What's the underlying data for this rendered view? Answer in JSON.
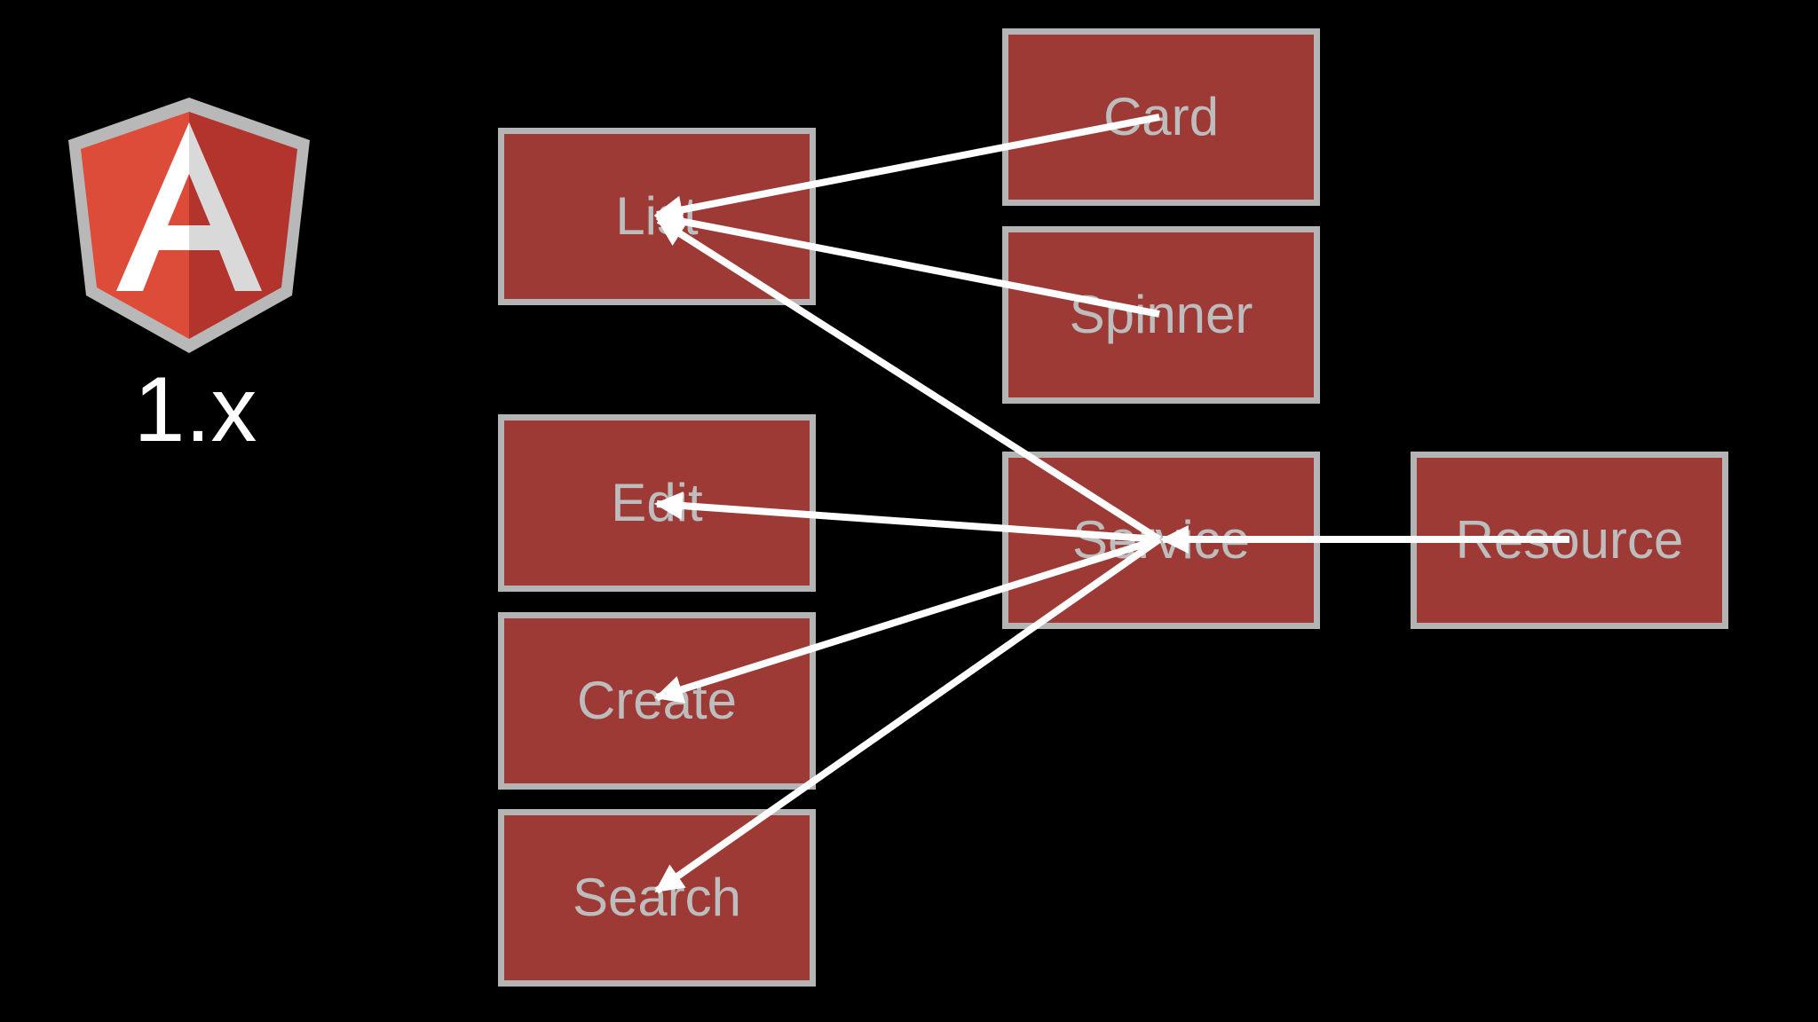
{
  "slide": {
    "version_label": "1.x",
    "logo_icon": "angular-shield-icon",
    "colors": {
      "background": "#000000",
      "box_fill": "#9e3a35",
      "box_border": "#b4b4b4",
      "box_text": "#bdbdbd",
      "arrow": "#ffffff",
      "logo_red": "#dd4b39",
      "logo_dark_red": "#b3332d"
    }
  },
  "nodes": {
    "list": "List",
    "edit": "Edit",
    "create": "Create",
    "search": "Search",
    "card": "Card",
    "spinner": "Spinner",
    "service": "Service",
    "resource": "Resource"
  },
  "edges": [
    {
      "from": "Card",
      "to": "List"
    },
    {
      "from": "Spinner",
      "to": "List"
    },
    {
      "from": "Service",
      "to": "List"
    },
    {
      "from": "Service",
      "to": "Edit"
    },
    {
      "from": "Service",
      "to": "Create"
    },
    {
      "from": "Service",
      "to": "Search"
    },
    {
      "from": "Resource",
      "to": "Service"
    }
  ]
}
